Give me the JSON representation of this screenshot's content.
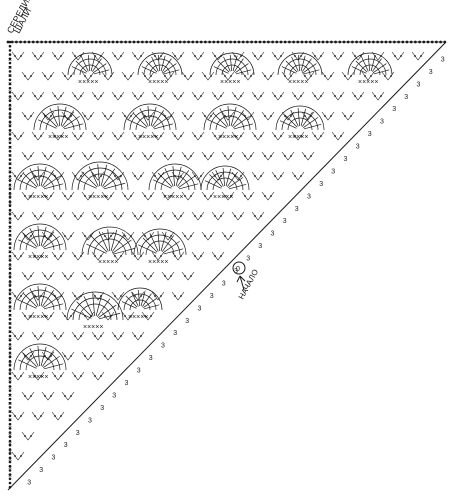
{
  "labels": {
    "center_line": "СЕРЕДИНА",
    "center_line_2": "ШАЛИ",
    "start": "НАЧАЛО",
    "start_marker": "0"
  },
  "edge": {
    "row_mark": "3"
  },
  "stitches": {
    "sc": "×",
    "dc": "ţ",
    "chain": "•"
  },
  "colors": {
    "ink": "#1a1a1a",
    "background": "#ffffff"
  }
}
